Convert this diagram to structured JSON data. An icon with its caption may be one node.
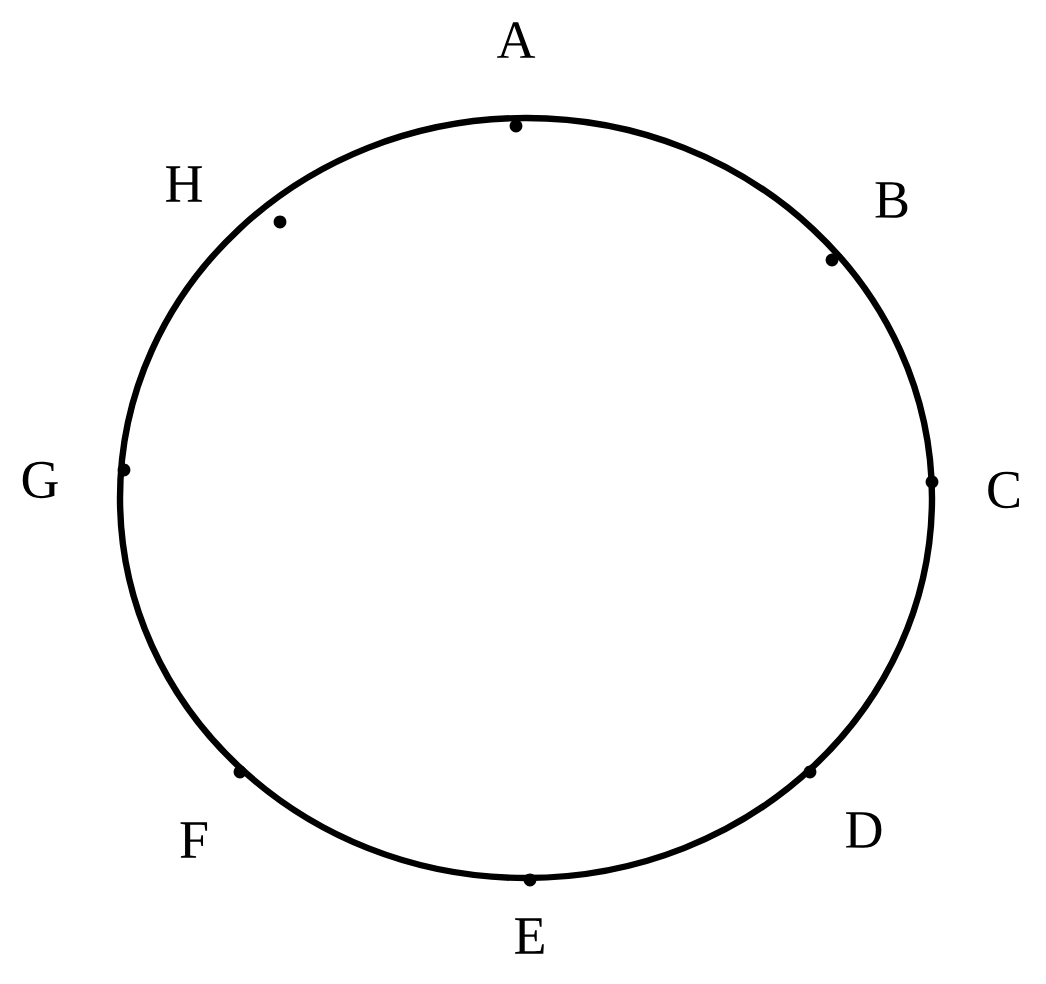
{
  "diagram": {
    "labels": [
      "A",
      "H",
      "B",
      "G",
      "C",
      "F",
      "D",
      "E"
    ]
  }
}
